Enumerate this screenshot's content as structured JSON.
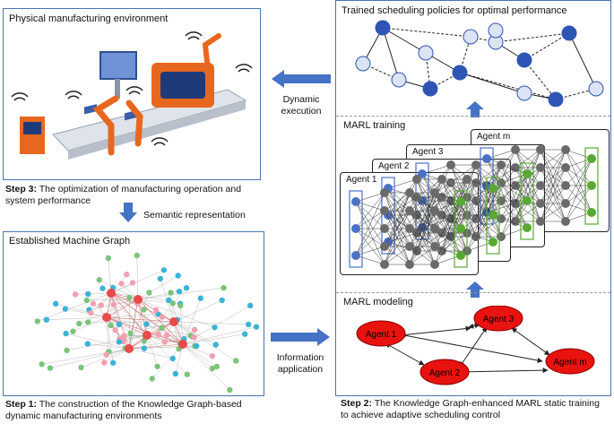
{
  "step3": {
    "title": "Physical manufacturing environment",
    "caption_bold": "Step 3:",
    "caption_text": " The optimization of manufacturing operation and system performance"
  },
  "semantic_label": "Semantic representation",
  "step1": {
    "title": "Established Machine Graph",
    "caption_bold": "Step 1:",
    "caption_text": " The construction of the Knowledge Graph-based dynamic manufacturing environments"
  },
  "dynamic_label": {
    "line1": "Dynamic",
    "line2": "execution"
  },
  "info_label": {
    "line1": "Information",
    "line2": "application"
  },
  "step2": {
    "policies_title": "Trained scheduling policies for optimal performance",
    "training_title": "MARL training",
    "agents": [
      "Agent 1",
      "Agent 2",
      "Agent 3",
      "Agent m"
    ],
    "modeling_title": "MARL modeling",
    "caption_bold": "Step 2:",
    "caption_text": " The Knowledge Graph-enhanced MARL static training to achieve adaptive scheduling control"
  },
  "colors": {
    "panel_border": "#4a73b5",
    "arrow": "#4472c4",
    "node_dark": "#2f55b4",
    "node_light": "#dbe3f5",
    "agent_red": "#e8130f",
    "nn_green": "#58a832",
    "nn_blue": "#4a72c6",
    "nn_gray": "#6a6a6a",
    "graph_red": "#e84a4a",
    "graph_pink": "#f2a0b0",
    "graph_cyan": "#3ab3d6",
    "graph_green": "#7cc47a"
  }
}
